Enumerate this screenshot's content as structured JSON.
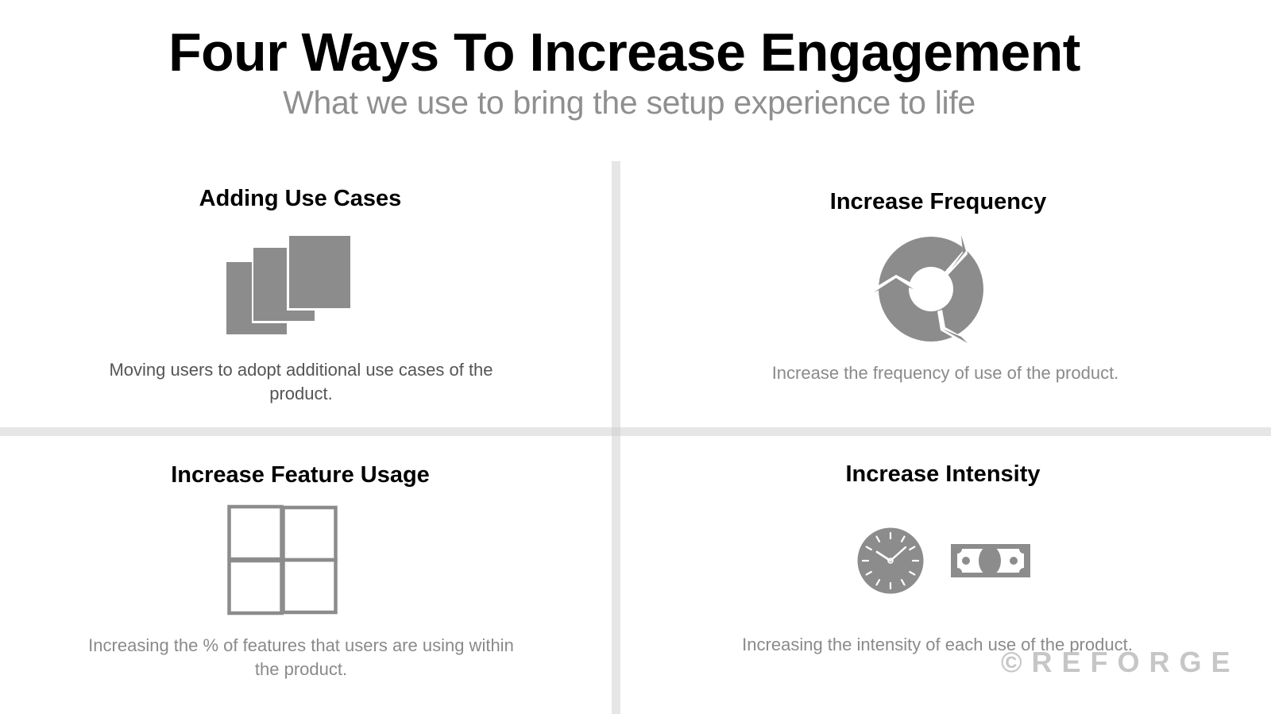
{
  "header": {
    "title": "Four Ways To Increase Engagement",
    "subtitle": "What we use to bring the setup experience to life"
  },
  "quadrants": [
    {
      "heading": "Adding Use Cases",
      "icon": "stacked-pages-icon",
      "description": "Moving users to adopt additional use cases of the product."
    },
    {
      "heading": "Increase Frequency",
      "icon": "cycle-arrows-icon",
      "description": "Increase the frequency of use of the product."
    },
    {
      "heading": "Increase Feature Usage",
      "icon": "four-squares-grid-icon",
      "description": "Increasing the % of features that users are using within the product."
    },
    {
      "heading": "Increase Intensity",
      "icons": [
        "clock-icon",
        "banknote-icon"
      ],
      "description": "Increasing the intensity of each use of the product."
    }
  ],
  "watermark": "©REFORGE",
  "colors": {
    "icon_gray": "#8c8c8c",
    "divider": "#e6e6e6",
    "subtitle": "#8f8f8f",
    "watermark": "#c6c6c6"
  }
}
